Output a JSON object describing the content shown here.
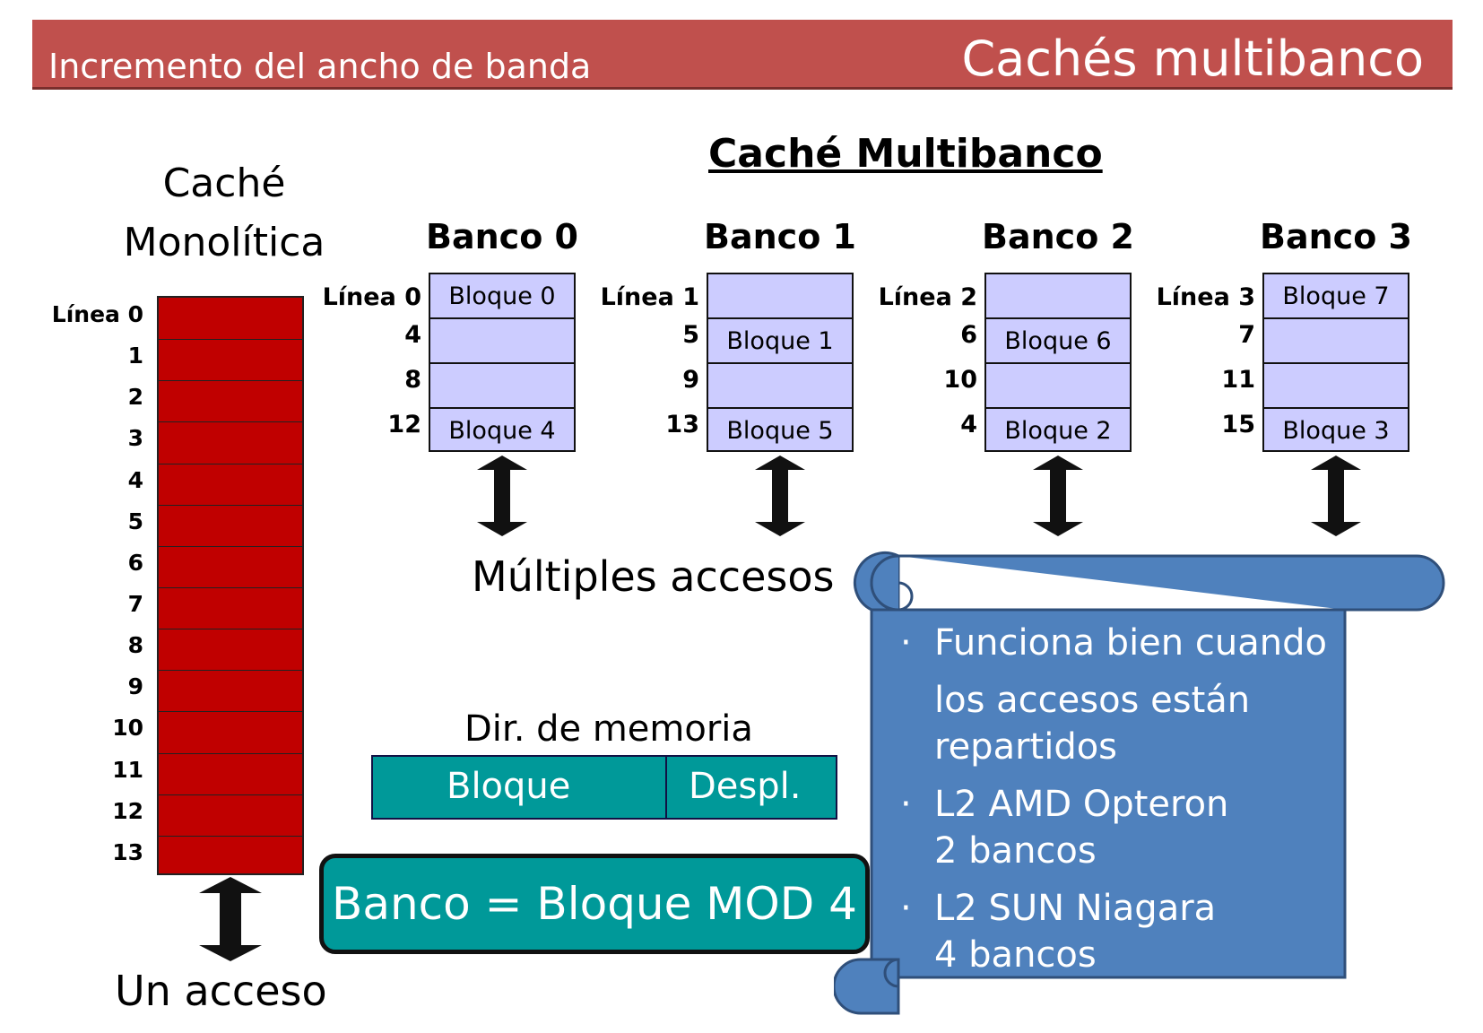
{
  "header": {
    "left_title": "Incremento del ancho de banda",
    "right_title": "Cachés multibanco"
  },
  "monolithic": {
    "title_line1": "Caché",
    "title_line2": "Monolítica",
    "line_labels": [
      "Línea 0",
      "1",
      "2",
      "3",
      "4",
      "5",
      "6",
      "7",
      "8",
      "9",
      "10",
      "11",
      "12",
      "13"
    ],
    "access_label": "Un acceso",
    "color": "#c00000"
  },
  "multibank": {
    "title": "Caché Multibanco",
    "banks": [
      {
        "title": "Banco 0",
        "lines": [
          "Línea 0",
          "4",
          "8",
          "12"
        ],
        "blocks": [
          "Bloque 0",
          "",
          "",
          "Bloque 4"
        ]
      },
      {
        "title": "Banco 1",
        "lines": [
          "Línea 1",
          "5",
          "9",
          "13"
        ],
        "blocks": [
          "",
          "Bloque 1",
          "",
          "Bloque 5"
        ]
      },
      {
        "title": "Banco 2",
        "lines": [
          "Línea 2",
          "6",
          "10",
          "4"
        ],
        "blocks": [
          "",
          "Bloque 6",
          "",
          "Bloque 2"
        ]
      },
      {
        "title": "Banco 3",
        "lines": [
          "Línea 3",
          "7",
          "11",
          "15"
        ],
        "blocks": [
          "Bloque 7",
          "",
          "",
          "Bloque 3"
        ]
      }
    ],
    "access_label": "Múltiples accesos",
    "bank_color": "#ccccff"
  },
  "address": {
    "label": "Dir. de memoria",
    "fields": [
      "Bloque",
      "Despl."
    ],
    "color": "#009999"
  },
  "formula": "Banco = Bloque MOD 4",
  "notes": {
    "color": "#4f81bd",
    "items": [
      {
        "bullet": "·",
        "lines": [
          "Funciona bien cuando",
          "los accesos están",
          "repartidos"
        ]
      },
      {
        "bullet": "·",
        "lines": [
          "L2 AMD Opteron",
          "2 bancos"
        ]
      },
      {
        "bullet": "·",
        "lines": [
          "L2 SUN Niagara",
          "4 bancos"
        ]
      }
    ]
  }
}
